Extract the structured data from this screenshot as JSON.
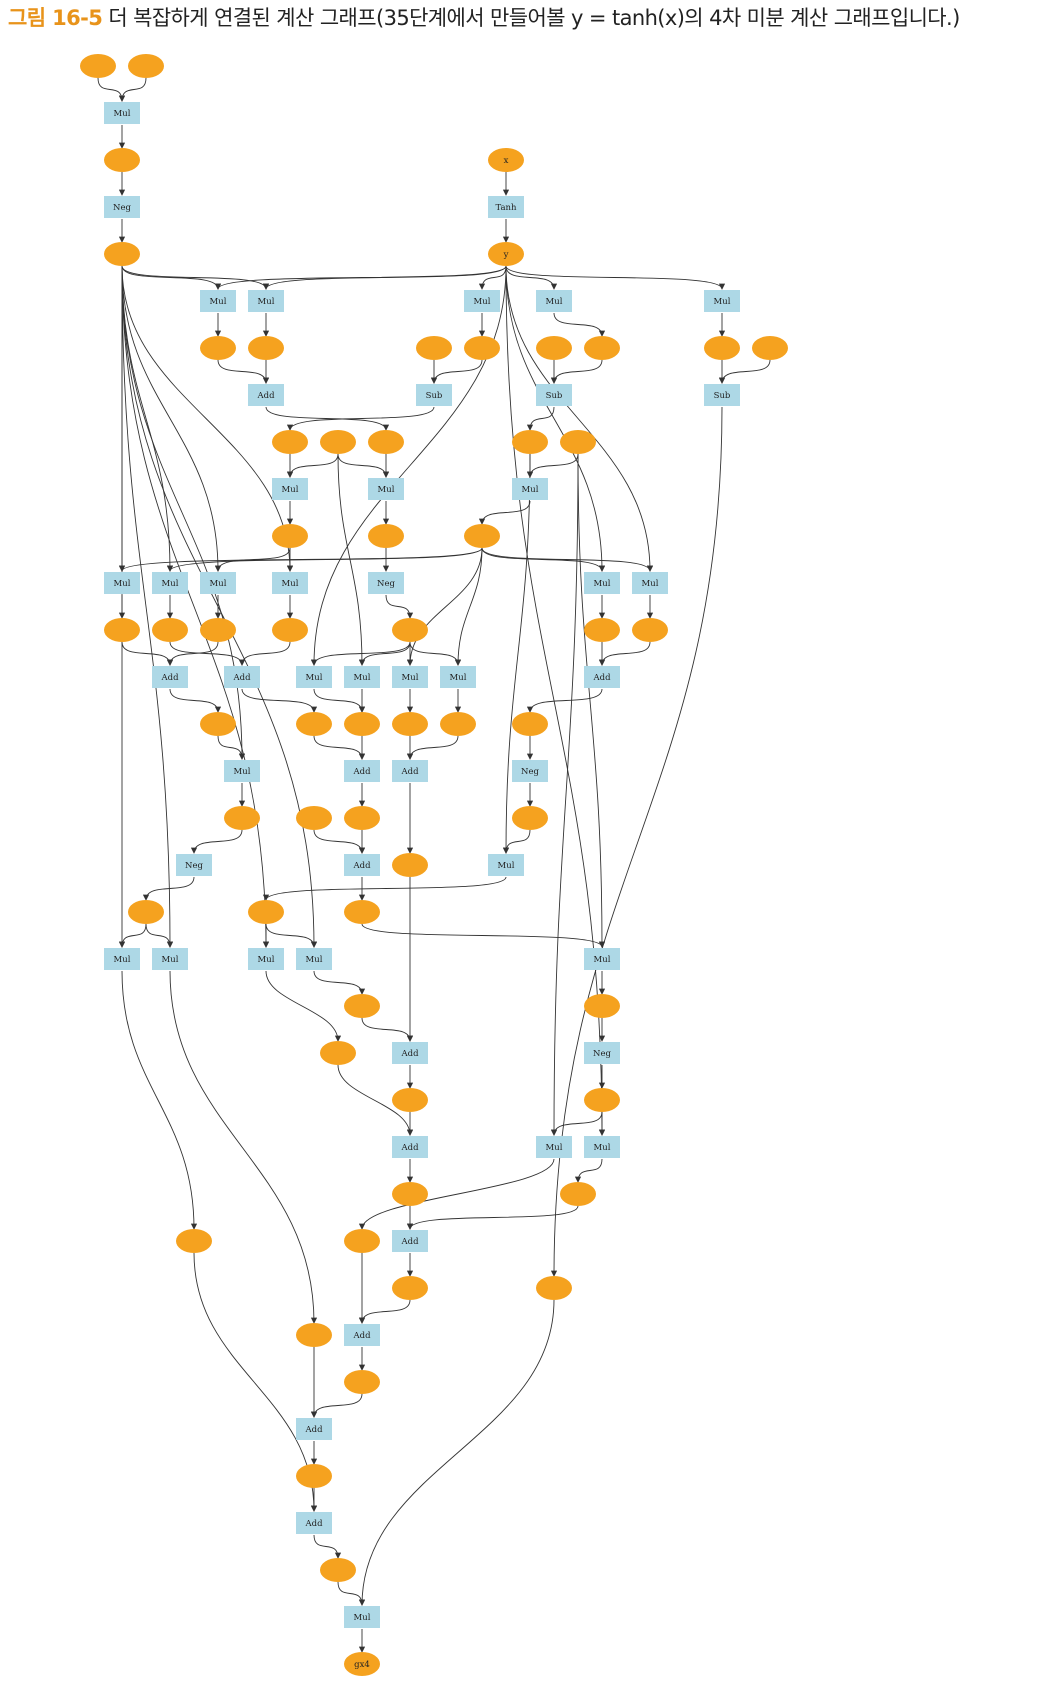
{
  "caption": {
    "figure_number": "그림 16-5",
    "text": "더 복잡하게 연결된 계산 그래프(35단계에서 만들어볼 y = tanh(x)의 4차 미분 계산 그래프입니다.)"
  },
  "colors": {
    "variable_node": "#f5a21f",
    "function_node": "#add8e6",
    "edge": "#333333",
    "figure_number": "#e8931a"
  },
  "graph": {
    "nodes": [
      {
        "id": "v1",
        "kind": "var",
        "col": 1,
        "row": 0
      },
      {
        "id": "v2",
        "kind": "var",
        "col": 2,
        "row": 0
      },
      {
        "id": "f1",
        "kind": "fn",
        "label": "Mul",
        "col": 1.5,
        "row": 1
      },
      {
        "id": "v3",
        "kind": "var",
        "col": 1.5,
        "row": 2
      },
      {
        "id": "f2",
        "kind": "fn",
        "label": "Neg",
        "col": 1.5,
        "row": 3
      },
      {
        "id": "vx",
        "kind": "var",
        "label": "x",
        "col": 9.5,
        "row": 2
      },
      {
        "id": "ft",
        "kind": "fn",
        "label": "Tanh",
        "col": 9.5,
        "row": 3
      },
      {
        "id": "vN",
        "kind": "var",
        "col": 1.5,
        "row": 4
      },
      {
        "id": "vy",
        "kind": "var",
        "label": "y",
        "col": 9.5,
        "row": 4
      },
      {
        "id": "f3",
        "kind": "fn",
        "label": "Mul",
        "col": 3.5,
        "row": 5
      },
      {
        "id": "f4",
        "kind": "fn",
        "label": "Mul",
        "col": 4.5,
        "row": 5
      },
      {
        "id": "f5",
        "kind": "fn",
        "label": "Mul",
        "col": 9,
        "row": 5
      },
      {
        "id": "f6",
        "kind": "fn",
        "label": "Mul",
        "col": 10.5,
        "row": 5
      },
      {
        "id": "f7",
        "kind": "fn",
        "label": "Mul",
        "col": 14,
        "row": 5
      },
      {
        "id": "v4",
        "kind": "var",
        "col": 3.5,
        "row": 6
      },
      {
        "id": "v5",
        "kind": "var",
        "col": 4.5,
        "row": 6
      },
      {
        "id": "v6",
        "kind": "var",
        "col": 8,
        "row": 6
      },
      {
        "id": "v7",
        "kind": "var",
        "col": 9,
        "row": 6
      },
      {
        "id": "v8",
        "kind": "var",
        "col": 10.5,
        "row": 6
      },
      {
        "id": "v9",
        "kind": "var",
        "col": 11.5,
        "row": 6
      },
      {
        "id": "v10",
        "kind": "var",
        "col": 14,
        "row": 6
      },
      {
        "id": "v11",
        "kind": "var",
        "col": 15,
        "row": 6
      },
      {
        "id": "f8",
        "kind": "fn",
        "label": "Add",
        "col": 4.5,
        "row": 7
      },
      {
        "id": "f9",
        "kind": "fn",
        "label": "Sub",
        "col": 8,
        "row": 7
      },
      {
        "id": "f10",
        "kind": "fn",
        "label": "Sub",
        "col": 10.5,
        "row": 7
      },
      {
        "id": "f11",
        "kind": "fn",
        "label": "Sub",
        "col": 14,
        "row": 7
      },
      {
        "id": "v12",
        "kind": "var",
        "col": 5,
        "row": 8
      },
      {
        "id": "v13",
        "kind": "var",
        "col": 6,
        "row": 8
      },
      {
        "id": "v14",
        "kind": "var",
        "col": 7,
        "row": 8
      },
      {
        "id": "v15",
        "kind": "var",
        "col": 10,
        "row": 8
      },
      {
        "id": "v16",
        "kind": "var",
        "col": 11,
        "row": 8
      },
      {
        "id": "f12",
        "kind": "fn",
        "label": "Mul",
        "col": 5,
        "row": 9
      },
      {
        "id": "f13",
        "kind": "fn",
        "label": "Mul",
        "col": 7,
        "row": 9
      },
      {
        "id": "f14",
        "kind": "fn",
        "label": "Mul",
        "col": 10,
        "row": 9
      },
      {
        "id": "v17",
        "kind": "var",
        "col": 5,
        "row": 10
      },
      {
        "id": "v18",
        "kind": "var",
        "col": 7,
        "row": 10
      },
      {
        "id": "v19",
        "kind": "var",
        "col": 9,
        "row": 10
      },
      {
        "id": "f15",
        "kind": "fn",
        "label": "Mul",
        "col": 1.5,
        "row": 11
      },
      {
        "id": "f16",
        "kind": "fn",
        "label": "Mul",
        "col": 2.5,
        "row": 11
      },
      {
        "id": "f17",
        "kind": "fn",
        "label": "Mul",
        "col": 3.5,
        "row": 11
      },
      {
        "id": "f18",
        "kind": "fn",
        "label": "Mul",
        "col": 5,
        "row": 11
      },
      {
        "id": "f19",
        "kind": "fn",
        "label": "Neg",
        "col": 7,
        "row": 11
      },
      {
        "id": "f20",
        "kind": "fn",
        "label": "Mul",
        "col": 11.5,
        "row": 11
      },
      {
        "id": "f21",
        "kind": "fn",
        "label": "Mul",
        "col": 12.5,
        "row": 11
      },
      {
        "id": "v20",
        "kind": "var",
        "col": 1.5,
        "row": 12
      },
      {
        "id": "v21",
        "kind": "var",
        "col": 2.5,
        "row": 12
      },
      {
        "id": "v22",
        "kind": "var",
        "col": 3.5,
        "row": 12
      },
      {
        "id": "v23",
        "kind": "var",
        "col": 5,
        "row": 12
      },
      {
        "id": "v24",
        "kind": "var",
        "col": 7.5,
        "row": 12
      },
      {
        "id": "v25",
        "kind": "var",
        "col": 11.5,
        "row": 12
      },
      {
        "id": "v26",
        "kind": "var",
        "col": 12.5,
        "row": 12
      },
      {
        "id": "f22",
        "kind": "fn",
        "label": "Add",
        "col": 2.5,
        "row": 13
      },
      {
        "id": "f23",
        "kind": "fn",
        "label": "Add",
        "col": 4,
        "row": 13
      },
      {
        "id": "f24",
        "kind": "fn",
        "label": "Mul",
        "col": 5.5,
        "row": 13
      },
      {
        "id": "f25",
        "kind": "fn",
        "label": "Mul",
        "col": 6.5,
        "row": 13
      },
      {
        "id": "f26",
        "kind": "fn",
        "label": "Mul",
        "col": 7.5,
        "row": 13
      },
      {
        "id": "f27",
        "kind": "fn",
        "label": "Mul",
        "col": 8.5,
        "row": 13
      },
      {
        "id": "f28",
        "kind": "fn",
        "label": "Add",
        "col": 11.5,
        "row": 13
      },
      {
        "id": "v27",
        "kind": "var",
        "col": 3.5,
        "row": 14
      },
      {
        "id": "v28",
        "kind": "var",
        "col": 5.5,
        "row": 14
      },
      {
        "id": "v29",
        "kind": "var",
        "col": 6.5,
        "row": 14
      },
      {
        "id": "v30",
        "kind": "var",
        "col": 7.5,
        "row": 14
      },
      {
        "id": "v31",
        "kind": "var",
        "col": 8.5,
        "row": 14
      },
      {
        "id": "v32",
        "kind": "var",
        "col": 10,
        "row": 14
      },
      {
        "id": "f29",
        "kind": "fn",
        "label": "Mul",
        "col": 4,
        "row": 15
      },
      {
        "id": "f30",
        "kind": "fn",
        "label": "Add",
        "col": 6.5,
        "row": 15
      },
      {
        "id": "f31",
        "kind": "fn",
        "label": "Add",
        "col": 7.5,
        "row": 15
      },
      {
        "id": "f32",
        "kind": "fn",
        "label": "Neg",
        "col": 10,
        "row": 15
      },
      {
        "id": "v33",
        "kind": "var",
        "col": 4,
        "row": 16
      },
      {
        "id": "v34",
        "kind": "var",
        "col": 5.5,
        "row": 16
      },
      {
        "id": "v35",
        "kind": "var",
        "col": 6.5,
        "row": 16
      },
      {
        "id": "v36",
        "kind": "var",
        "col": 10,
        "row": 16
      },
      {
        "id": "f33",
        "kind": "fn",
        "label": "Neg",
        "col": 3,
        "row": 17
      },
      {
        "id": "f34",
        "kind": "fn",
        "label": "Add",
        "col": 6.5,
        "row": 17
      },
      {
        "id": "v37",
        "kind": "var",
        "col": 7.5,
        "row": 17
      },
      {
        "id": "f35",
        "kind": "fn",
        "label": "Mul",
        "col": 9.5,
        "row": 17
      },
      {
        "id": "v38",
        "kind": "var",
        "col": 2,
        "row": 18
      },
      {
        "id": "v39",
        "kind": "var",
        "col": 4.5,
        "row": 18
      },
      {
        "id": "v40",
        "kind": "var",
        "col": 6.5,
        "row": 18
      },
      {
        "id": "f36",
        "kind": "fn",
        "label": "Mul",
        "col": 1.5,
        "row": 19
      },
      {
        "id": "f37",
        "kind": "fn",
        "label": "Mul",
        "col": 2.5,
        "row": 19
      },
      {
        "id": "f38",
        "kind": "fn",
        "label": "Mul",
        "col": 4.5,
        "row": 19
      },
      {
        "id": "f39",
        "kind": "fn",
        "label": "Mul",
        "col": 5.5,
        "row": 19
      },
      {
        "id": "f40",
        "kind": "fn",
        "label": "Mul",
        "col": 11.5,
        "row": 19
      },
      {
        "id": "v41",
        "kind": "var",
        "col": 6.5,
        "row": 20
      },
      {
        "id": "v42",
        "kind": "var",
        "col": 11.5,
        "row": 20
      },
      {
        "id": "v43",
        "kind": "var",
        "col": 6,
        "row": 21
      },
      {
        "id": "f41",
        "kind": "fn",
        "label": "Add",
        "col": 7.5,
        "row": 21
      },
      {
        "id": "f42",
        "kind": "fn",
        "label": "Neg",
        "col": 11.5,
        "row": 21
      },
      {
        "id": "v44",
        "kind": "var",
        "col": 7.5,
        "row": 22
      },
      {
        "id": "v45",
        "kind": "var",
        "col": 11.5,
        "row": 22
      },
      {
        "id": "f43",
        "kind": "fn",
        "label": "Add",
        "col": 7.5,
        "row": 23
      },
      {
        "id": "f44",
        "kind": "fn",
        "label": "Mul",
        "col": 10.5,
        "row": 23
      },
      {
        "id": "f45",
        "kind": "fn",
        "label": "Mul",
        "col": 11.5,
        "row": 23
      },
      {
        "id": "v46",
        "kind": "var",
        "col": 7.5,
        "row": 24
      },
      {
        "id": "v47",
        "kind": "var",
        "col": 11,
        "row": 24
      },
      {
        "id": "v48",
        "kind": "var",
        "col": 3,
        "row": 25
      },
      {
        "id": "v49",
        "kind": "var",
        "col": 6.5,
        "row": 25
      },
      {
        "id": "f46",
        "kind": "fn",
        "label": "Add",
        "col": 7.5,
        "row": 25
      },
      {
        "id": "v50",
        "kind": "var",
        "col": 7.5,
        "row": 26
      },
      {
        "id": "v51",
        "kind": "var",
        "col": 10.5,
        "row": 26
      },
      {
        "id": "v52",
        "kind": "var",
        "col": 5.5,
        "row": 27
      },
      {
        "id": "f47",
        "kind": "fn",
        "label": "Add",
        "col": 6.5,
        "row": 27
      },
      {
        "id": "v53",
        "kind": "var",
        "col": 6.5,
        "row": 28
      },
      {
        "id": "f48",
        "kind": "fn",
        "label": "Add",
        "col": 5.5,
        "row": 29
      },
      {
        "id": "v54",
        "kind": "var",
        "col": 5.5,
        "row": 30
      },
      {
        "id": "f49",
        "kind": "fn",
        "label": "Add",
        "col": 5.5,
        "row": 31
      },
      {
        "id": "v55",
        "kind": "var",
        "col": 6,
        "row": 32
      },
      {
        "id": "f50",
        "kind": "fn",
        "label": "Mul",
        "col": 6.5,
        "row": 33
      },
      {
        "id": "vg",
        "kind": "var",
        "label": "gx4",
        "col": 6.5,
        "row": 34
      }
    ],
    "edges": [
      [
        "v1",
        "f1"
      ],
      [
        "v2",
        "f1"
      ],
      [
        "f1",
        "v3"
      ],
      [
        "v3",
        "f2"
      ],
      [
        "f2",
        "vN"
      ],
      [
        "vx",
        "ft"
      ],
      [
        "ft",
        "vy"
      ],
      [
        "vN",
        "f3"
      ],
      [
        "vy",
        "f3"
      ],
      [
        "vN",
        "f4"
      ],
      [
        "vy",
        "f4"
      ],
      [
        "vy",
        "f5"
      ],
      [
        "vy",
        "f6"
      ],
      [
        "vy",
        "f7"
      ],
      [
        "f3",
        "v4"
      ],
      [
        "f4",
        "v5"
      ],
      [
        "f5",
        "v7"
      ],
      [
        "f6",
        "v9"
      ],
      [
        "f7",
        "v10"
      ],
      [
        "v4",
        "f8"
      ],
      [
        "v5",
        "f8"
      ],
      [
        "v6",
        "f9"
      ],
      [
        "v7",
        "f9"
      ],
      [
        "v8",
        "f10"
      ],
      [
        "v9",
        "f10"
      ],
      [
        "v10",
        "f11"
      ],
      [
        "v11",
        "f11"
      ],
      [
        "f8",
        "v14"
      ],
      [
        "f9",
        "v12"
      ],
      [
        "f10",
        "v15"
      ],
      [
        "v12",
        "f12"
      ],
      [
        "v13",
        "f12"
      ],
      [
        "v13",
        "f13"
      ],
      [
        "v14",
        "f13"
      ],
      [
        "v15",
        "f14"
      ],
      [
        "v16",
        "f14"
      ],
      [
        "f12",
        "v17"
      ],
      [
        "f13",
        "v18"
      ],
      [
        "f14",
        "v19"
      ],
      [
        "vN",
        "f15"
      ],
      [
        "vN",
        "f16"
      ],
      [
        "vN",
        "f17"
      ],
      [
        "vN",
        "f18"
      ],
      [
        "v19",
        "f15"
      ],
      [
        "v19",
        "f16"
      ],
      [
        "v17",
        "f17"
      ],
      [
        "v17",
        "f18"
      ],
      [
        "v18",
        "f19"
      ],
      [
        "vy",
        "f20"
      ],
      [
        "vy",
        "f21"
      ],
      [
        "v19",
        "f20"
      ],
      [
        "v19",
        "f21"
      ],
      [
        "f15",
        "v20"
      ],
      [
        "f16",
        "v21"
      ],
      [
        "f17",
        "v22"
      ],
      [
        "f18",
        "v23"
      ],
      [
        "f19",
        "v24"
      ],
      [
        "f20",
        "v25"
      ],
      [
        "f21",
        "v26"
      ],
      [
        "v20",
        "f22"
      ],
      [
        "v22",
        "f22"
      ],
      [
        "v21",
        "f23"
      ],
      [
        "v23",
        "f23"
      ],
      [
        "v24",
        "f24"
      ],
      [
        "v24",
        "f25"
      ],
      [
        "v24",
        "f26"
      ],
      [
        "v24",
        "f27"
      ],
      [
        "vy",
        "f24"
      ],
      [
        "v19",
        "f26"
      ],
      [
        "v19",
        "f27"
      ],
      [
        "v13",
        "f25"
      ],
      [
        "v25",
        "f28"
      ],
      [
        "v26",
        "f28"
      ],
      [
        "f22",
        "v27"
      ],
      [
        "f24",
        "v29"
      ],
      [
        "f25",
        "v29"
      ],
      [
        "f26",
        "v30"
      ],
      [
        "f27",
        "v31"
      ],
      [
        "f23",
        "v28"
      ],
      [
        "f28",
        "v32"
      ],
      [
        "v27",
        "f29"
      ],
      [
        "vN",
        "f29"
      ],
      [
        "v28",
        "f30"
      ],
      [
        "v29",
        "f30"
      ],
      [
        "v30",
        "f31"
      ],
      [
        "v31",
        "f31"
      ],
      [
        "v32",
        "f32"
      ],
      [
        "f29",
        "v33"
      ],
      [
        "f30",
        "v35"
      ],
      [
        "f31",
        "v37"
      ],
      [
        "f32",
        "v36"
      ],
      [
        "v33",
        "f33"
      ],
      [
        "v34",
        "f34"
      ],
      [
        "v35",
        "f34"
      ],
      [
        "v36",
        "f35"
      ],
      [
        "v15",
        "f35"
      ],
      [
        "f33",
        "v38"
      ],
      [
        "f34",
        "v40"
      ],
      [
        "f35",
        "v39"
      ],
      [
        "v38",
        "f36"
      ],
      [
        "vN",
        "f36"
      ],
      [
        "v38",
        "f37"
      ],
      [
        "vN",
        "f37"
      ],
      [
        "v39",
        "f38"
      ],
      [
        "vN",
        "f38"
      ],
      [
        "v39",
        "f39"
      ],
      [
        "vN",
        "f39"
      ],
      [
        "v40",
        "f40"
      ],
      [
        "v16",
        "f40"
      ],
      [
        "f39",
        "v41"
      ],
      [
        "f40",
        "v42"
      ],
      [
        "f38",
        "v43"
      ],
      [
        "v41",
        "f41"
      ],
      [
        "v37",
        "f41"
      ],
      [
        "v42",
        "f42"
      ],
      [
        "f41",
        "v44"
      ],
      [
        "f42",
        "v45"
      ],
      [
        "v44",
        "f43"
      ],
      [
        "v43",
        "f43"
      ],
      [
        "v45",
        "f44"
      ],
      [
        "v45",
        "f45"
      ],
      [
        "v16",
        "f44"
      ],
      [
        "vy",
        "f45"
      ],
      [
        "f43",
        "v46"
      ],
      [
        "f45",
        "v47"
      ],
      [
        "f44",
        "v49"
      ],
      [
        "f36",
        "v48"
      ],
      [
        "v46",
        "f46"
      ],
      [
        "v47",
        "f46"
      ],
      [
        "f46",
        "v50"
      ],
      [
        "f11",
        "v51"
      ],
      [
        "v49",
        "f47"
      ],
      [
        "v50",
        "f47"
      ],
      [
        "f37",
        "v52"
      ],
      [
        "f47",
        "v53"
      ],
      [
        "v52",
        "f48"
      ],
      [
        "v53",
        "f48"
      ],
      [
        "f48",
        "v54"
      ],
      [
        "v54",
        "f49"
      ],
      [
        "v48",
        "f49"
      ],
      [
        "f49",
        "v55"
      ],
      [
        "v55",
        "f50"
      ],
      [
        "v51",
        "f50"
      ],
      [
        "f50",
        "vg"
      ]
    ]
  }
}
